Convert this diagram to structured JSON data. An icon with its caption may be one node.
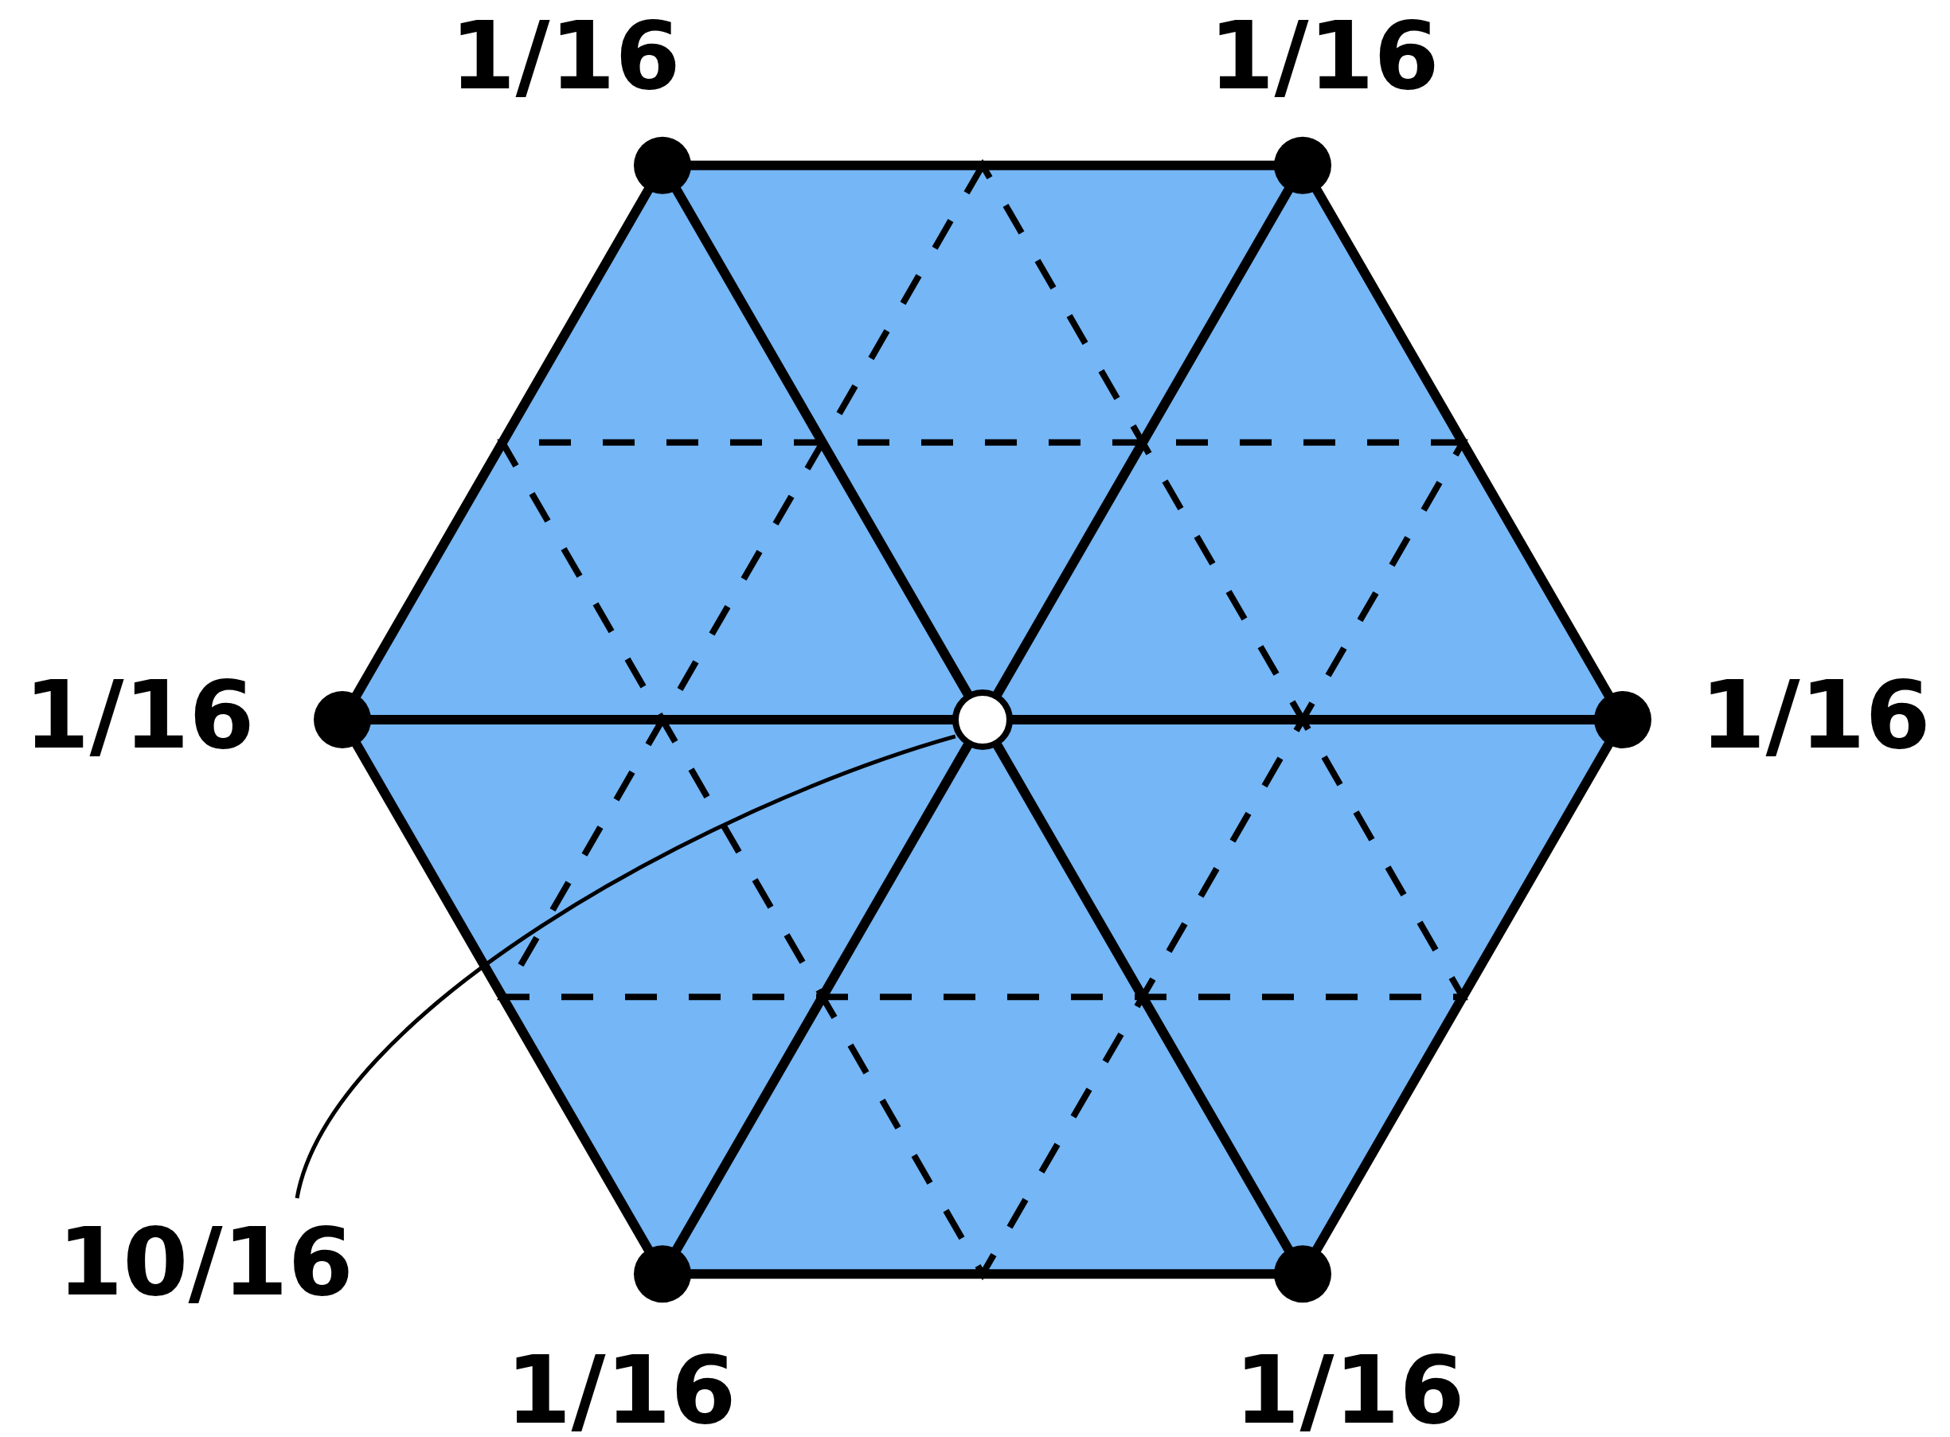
{
  "diagram": {
    "nodes": [
      {
        "text": [
          "10/16"
        ]
      },
      {
        "text": [],
        "shape": "circle"
      }
    ],
    "edges": [
      {
        "from": 0,
        "to": 1,
        "arrow": "none"
      }
    ],
    "labels": [
      "1/16",
      "1/16",
      "1/16",
      "1/16",
      "1/16",
      "1/16"
    ]
  }
}
